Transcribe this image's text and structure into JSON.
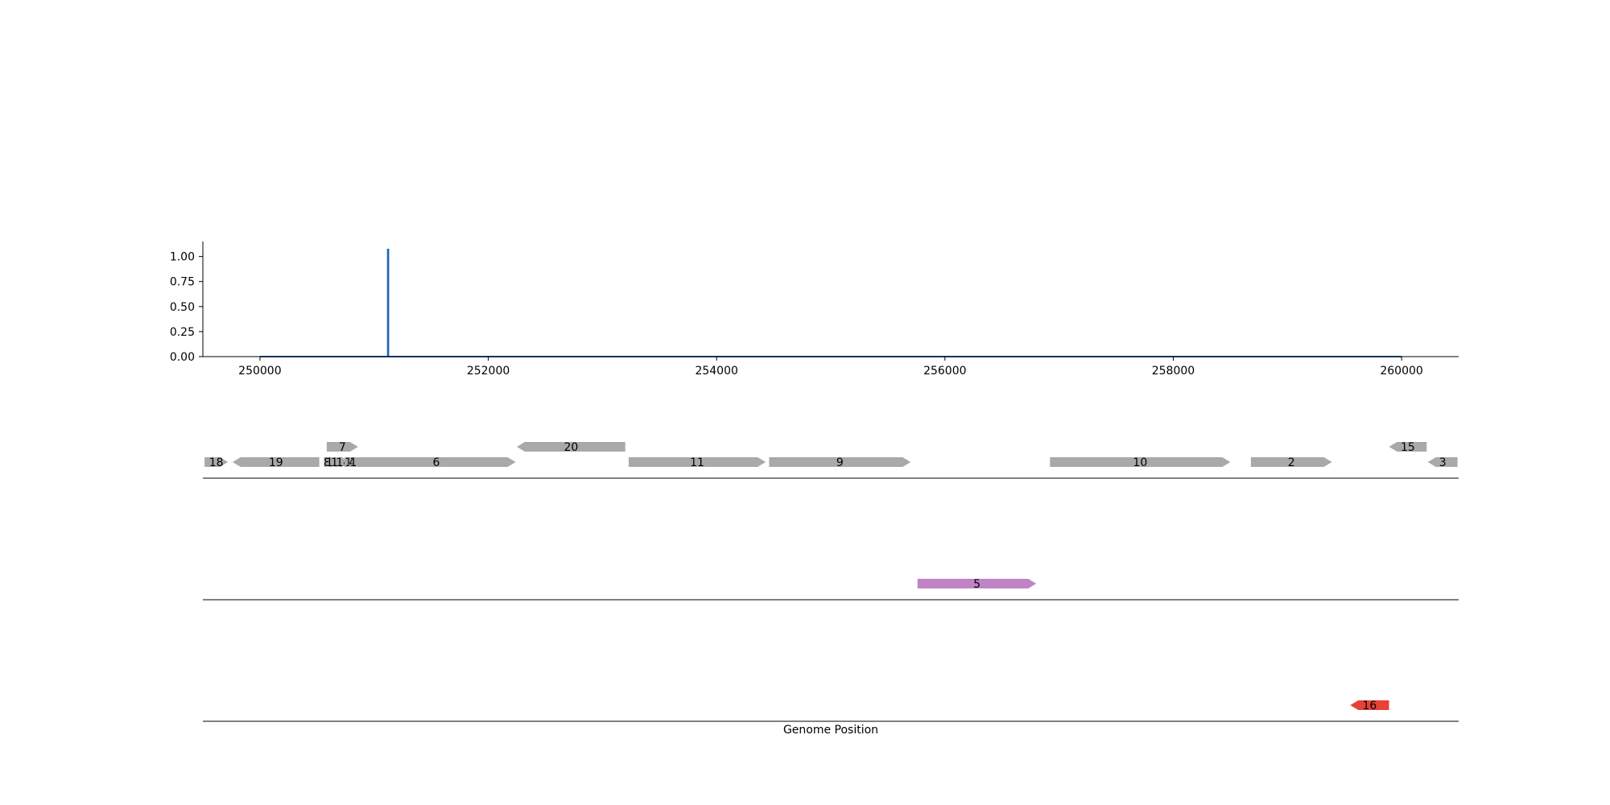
{
  "chart_data": [
    {
      "type": "line",
      "title": "",
      "xlabel": "",
      "ylabel": "",
      "xlim": [
        249500,
        260500
      ],
      "ylim": [
        0,
        1.15
      ],
      "xticks": [
        250000,
        252000,
        254000,
        256000,
        258000,
        260000
      ],
      "xtick_labels": [
        "250000",
        "252000",
        "254000",
        "256000",
        "258000",
        "260000"
      ],
      "yticks": [
        0,
        0.25,
        0.5,
        0.75,
        1.0
      ],
      "ytick_labels": [
        "0.00",
        "0.25",
        "0.50",
        "0.75",
        "1.00"
      ],
      "grid": false,
      "line_color": "#1f66b5",
      "series": [
        {
          "x": [
            250000,
            251120,
            251120,
            251125,
            251125,
            260000
          ],
          "y": [
            0,
            0,
            1.07,
            1.07,
            0,
            0
          ]
        }
      ]
    },
    {
      "type": "gene_map",
      "xlim": [
        249500,
        260500
      ],
      "xlabel": "Genome Position",
      "tracks": [
        {
          "features": [
            {
              "label": "18",
              "start": 249515,
              "end": 249720,
              "strand": 1,
              "row": 0,
              "color": "#a9a9a9"
            },
            {
              "label": "19",
              "start": 249760,
              "end": 250520,
              "strand": -1,
              "row": 0,
              "color": "#a9a9a9"
            },
            {
              "label": "8",
              "start": 250560,
              "end": 250620,
              "strand": 1,
              "row": 0,
              "color": "#a9a9a9"
            },
            {
              "label": "13",
              "start": 250600,
              "end": 250680,
              "strand": 1,
              "row": 0,
              "color": "#a9a9a9"
            },
            {
              "label": "12",
              "start": 250650,
              "end": 250720,
              "strand": 1,
              "row": 0,
              "color": "#a9a9a9"
            },
            {
              "label": "14",
              "start": 250690,
              "end": 250770,
              "strand": 1,
              "row": 0,
              "color": "#a9a9a9"
            },
            {
              "label": "1",
              "start": 250740,
              "end": 250810,
              "strand": 1,
              "row": 0,
              "color": "#a9a9a9"
            },
            {
              "label": "4",
              "start": 250780,
              "end": 250840,
              "strand": 1,
              "row": 0,
              "color": "#a9a9a9"
            },
            {
              "label": "17",
              "start": 250810,
              "end": 250890,
              "strand": 1,
              "row": 0,
              "color": "#a9a9a9"
            },
            {
              "label": "6",
              "start": 250850,
              "end": 252240,
              "strand": 1,
              "row": 0,
              "color": "#a9a9a9"
            },
            {
              "label": "7",
              "start": 250585,
              "end": 250860,
              "strand": 1,
              "row": 1,
              "color": "#a9a9a9"
            },
            {
              "label": "20",
              "start": 252250,
              "end": 253200,
              "strand": -1,
              "row": 1,
              "color": "#a9a9a9"
            },
            {
              "label": "11",
              "start": 253230,
              "end": 254430,
              "strand": 1,
              "row": 0,
              "color": "#a9a9a9"
            },
            {
              "label": "9",
              "start": 254460,
              "end": 255700,
              "strand": 1,
              "row": 0,
              "color": "#a9a9a9"
            },
            {
              "label": "10",
              "start": 256920,
              "end": 258500,
              "strand": 1,
              "row": 0,
              "color": "#a9a9a9"
            },
            {
              "label": "2",
              "start": 258680,
              "end": 259390,
              "strand": 1,
              "row": 0,
              "color": "#a9a9a9"
            },
            {
              "label": "15",
              "start": 259890,
              "end": 260220,
              "strand": -1,
              "row": 1,
              "color": "#a9a9a9"
            },
            {
              "label": "3",
              "start": 260230,
              "end": 260490,
              "strand": -1,
              "row": 0,
              "color": "#a9a9a9"
            }
          ]
        },
        {
          "features": [
            {
              "label": "5",
              "start": 255760,
              "end": 256800,
              "strand": 1,
              "row": 0,
              "color": "#c083c5"
            }
          ]
        },
        {
          "features": [
            {
              "label": "16",
              "start": 259550,
              "end": 259890,
              "strand": -1,
              "row": 0,
              "color": "#e8413a"
            }
          ]
        }
      ]
    }
  ]
}
